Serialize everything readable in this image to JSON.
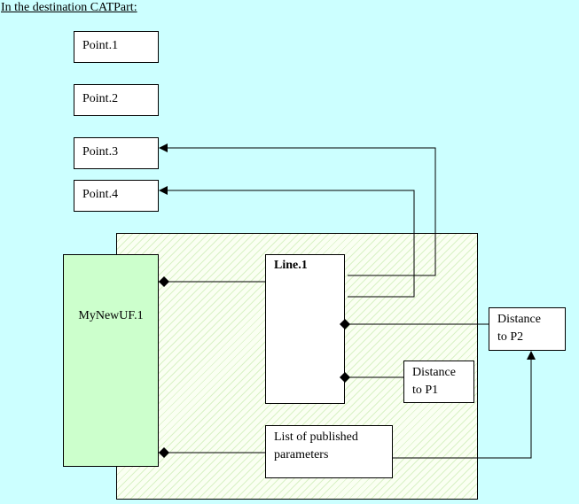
{
  "caption": "In the destination CATPart:",
  "points": {
    "p1": "Point.1",
    "p2": "Point.2",
    "p3": "Point.3",
    "p4": "Point.4"
  },
  "user_feature": "MyNewUF.1",
  "line": "Line.1",
  "distance_p2": "Distance\nto P2",
  "distance_p1": "Distance\nto P1",
  "published_parameters": "List of published\nparameters"
}
